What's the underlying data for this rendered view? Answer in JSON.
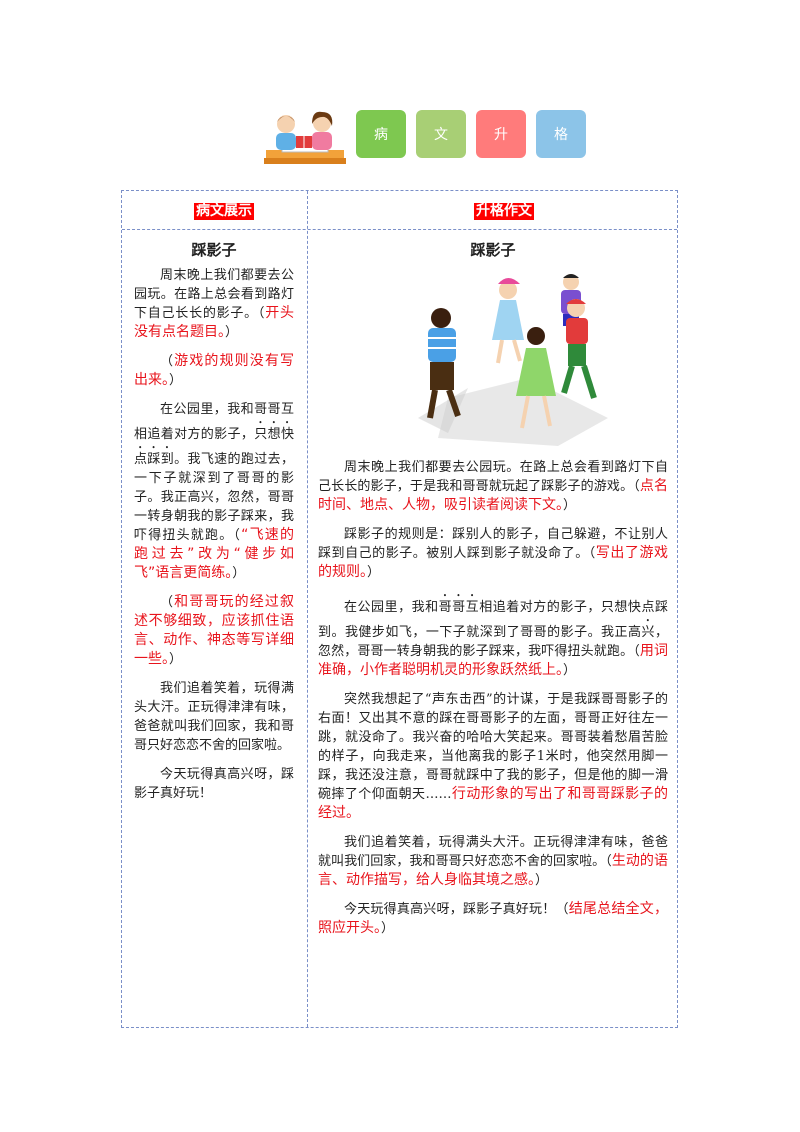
{
  "header": {
    "tags": [
      {
        "label": "病",
        "color": "#7ec850"
      },
      {
        "label": "文",
        "color": "#a8cf75"
      },
      {
        "label": "升",
        "color": "#ff7b7b"
      },
      {
        "label": "格",
        "color": "#8cc4e8"
      }
    ]
  },
  "table": {
    "left_header": "病文展示",
    "right_header": "升格作文"
  },
  "left": {
    "title": "踩影子",
    "p1": "周末晚上我们都要去公园玩。在路上总会看到路灯下自己长长的影子。",
    "p1_comment": "开头没有点名题目。",
    "p2_comment": "游戏的规则没有写出来。",
    "p3_a": "在公园里，我和哥哥互相追着对方的影子，",
    "p3_dots": "只想快点踩到",
    "p3_b": "。我飞速的跑过去，一下子就深到了哥哥的影子。我正高兴，忽然，哥哥一转身朝我的影子踩来，我吓得扭头就跑。",
    "p3_comment": "“飞速的跑过去”改为“健步如飞”语言更简练。",
    "p4_comment": "和哥哥玩的经过叙述不够细致，应该抓住语言、动作、神态等写详细一些。",
    "p5": "我们追着笑着，玩得满头大汗。正玩得津津有味，爸爸就叫我们回家，我和哥哥只好恋恋不舍的回家啦。",
    "p6": "今天玩得真高兴呀，踩影子真好玩！"
  },
  "right": {
    "title": "踩影子",
    "p1": "周末晚上我们都要去公园玩。在路上总会看到路灯下自己长长的影子，于是我和哥哥就玩起了踩影子的游戏。",
    "p1_comment": "点名时间、地点、人物，吸引读者阅读下文。",
    "p2": "踩影子的规则是：踩别人的影子，自己躲避，不让别人踩到自己的影子。被别人踩到影子就没命了。",
    "p2_comment": "写出了游戏的规则。",
    "p3_a": "在公园里，我和",
    "p3_dots1": "哥哥互",
    "p3_b": "相追着对方的影子，只想快点踩到。我健步如飞，一下子就深到了哥哥的影子。我正高",
    "p3_dots2": "兴",
    "p3_c": "，忽然，哥哥一转身朝我的影子踩来，我吓得扭头就跑。",
    "p3_comment": "用词准确，小作者聪明机灵的形象跃然纸上。",
    "p4": "突然我想起了“声东击西”的计谋，于是我踩哥哥影子的右面！又出其不意的踩在哥哥影子的左面，哥哥正好往左一跳，就没命了。我兴奋的哈哈大笑起来。哥哥装着愁眉苦脸的样子，向我走来，当他离我的影子1米时，他突然用脚一踩，我还没注意，哥哥就踩中了我的影子，但是他的脚一滑碗摔了个仰面朝天……",
    "p4_comment": "行动形象的写出了和哥哥踩影子的经过。",
    "p5": "我们追着笑着，玩得满头大汗。正玩得津津有味，爸爸就叫我们回家，我和哥哥只好恋恋不舍的回家啦。",
    "p5_comment": "生动的语言、动作描写，给人身临其境之感。",
    "p6": "今天玩得真高兴呀，踩影子真好玩！",
    "p6_comment": "结尾总结全文，照应开头。"
  },
  "marks": {
    "open": "（",
    "close": "）"
  }
}
